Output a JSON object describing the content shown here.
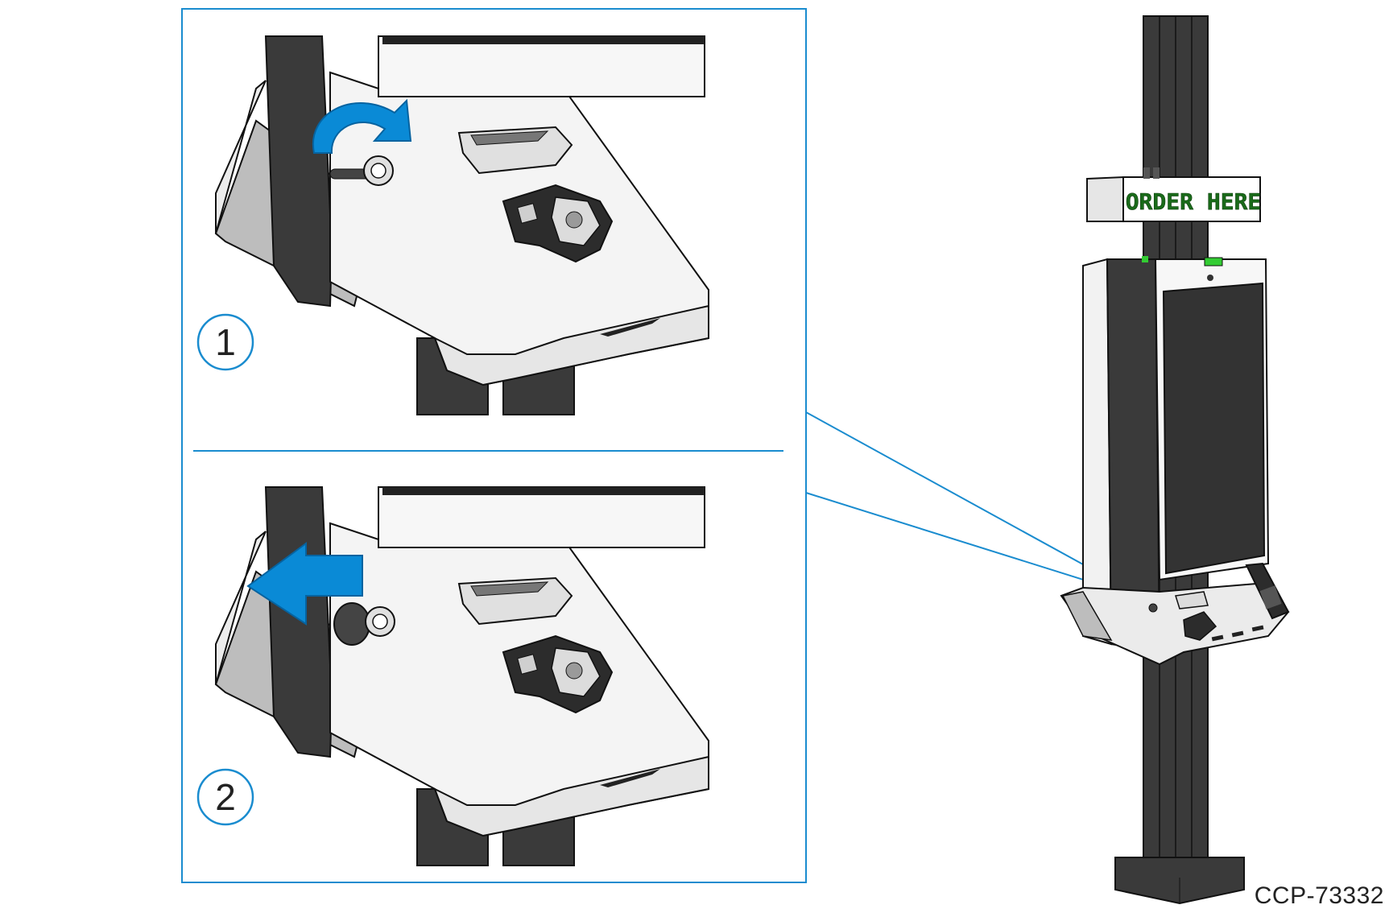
{
  "steps": [
    {
      "number": "1",
      "caption": ""
    },
    {
      "number": "2",
      "caption": ""
    }
  ],
  "sign": {
    "text": "ORDER HERE",
    "text_color": "#1a6b1a"
  },
  "drawing_id": "CCP-73332",
  "colors": {
    "frame": "#1a8ccf",
    "arrow": "#0a8ad6",
    "kiosk_dark": "#3a3a3a",
    "kiosk_light": "#f2f2f2",
    "kiosk_gray": "#bdbdbd",
    "screen": "#333333",
    "accent_green": "#33cc33"
  },
  "icons": [
    "rotate-arrow-icon",
    "pull-arrow-icon",
    "key-icon"
  ]
}
